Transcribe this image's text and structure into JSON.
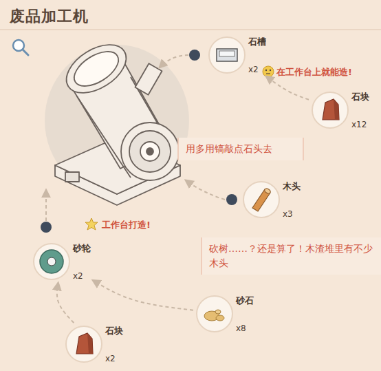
{
  "diagram": {
    "title": "废品加工机",
    "nodes": [
      {
        "text": [
          "石槽",
          "x2"
        ]
      },
      {
        "text": [
          "石块",
          "x12"
        ]
      },
      {
        "text": [
          "用多用镐敲点石头去"
        ]
      },
      {
        "text": [
          "木头",
          "x3"
        ]
      },
      {
        "text": [
          "砍树……？还是算了！木渣堆里有不少木头"
        ]
      },
      {
        "text": [
          "砂轮",
          "x2"
        ]
      },
      {
        "text": [
          "砂石",
          "x8"
        ]
      },
      {
        "text": [
          "石块",
          "x2"
        ]
      }
    ],
    "edges": [
      {
        "from": 1,
        "to": 0,
        "arrow": "to"
      },
      {
        "from": 6,
        "to": 5,
        "arrow": "to"
      },
      {
        "from": 7,
        "to": 5,
        "arrow": "to"
      }
    ],
    "labels": [
      "在工作台上就能造!",
      "工作台打造!"
    ]
  }
}
